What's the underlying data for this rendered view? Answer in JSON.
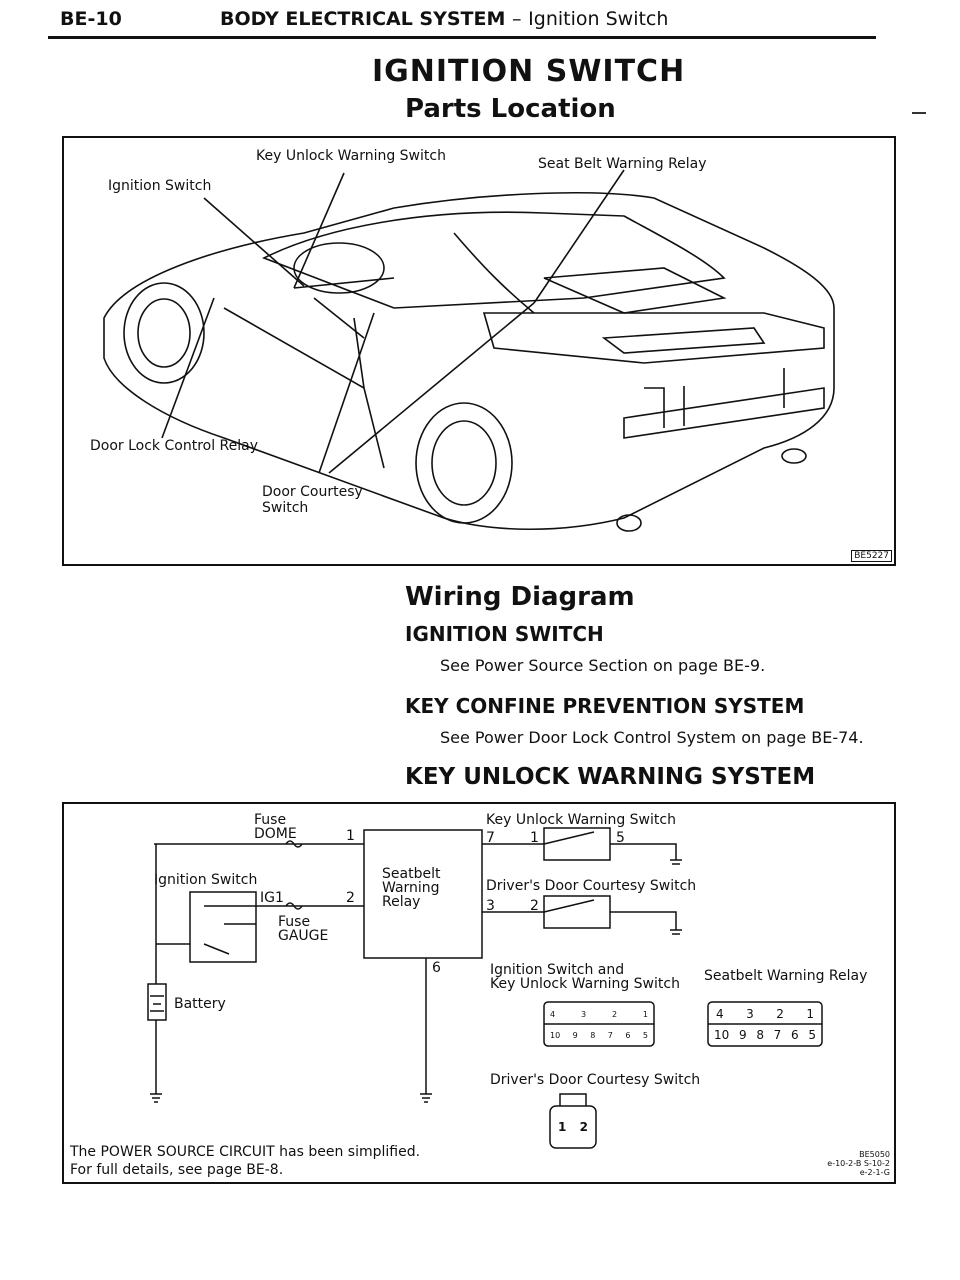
{
  "header": {
    "page_code": "BE-10",
    "section": "BODY ELECTRICAL SYSTEM",
    "dash": "–",
    "subject": "Ignition Switch"
  },
  "title": "IGNITION SWITCH",
  "parts_location": {
    "heading": "Parts Location",
    "labels": {
      "key_unlock_warning_switch": "Key Unlock Warning Switch",
      "seat_belt_warning_relay": "Seat Belt Warning Relay",
      "ignition_switch": "Ignition Switch",
      "door_lock_control_relay": "Door Lock Control Relay",
      "door_courtesy_switch_line1": "Door Courtesy",
      "door_courtesy_switch_line2": "Switch"
    },
    "figure_code": "BE5227"
  },
  "wiring": {
    "heading": "Wiring Diagram",
    "ign_heading": "IGNITION SWITCH",
    "ign_text": "See Power Source Section on page BE-9.",
    "kcp_heading": "KEY CONFINE PREVENTION SYSTEM",
    "kcp_text": "See Power Door Lock Control System on page BE-74.",
    "kuw_heading": "KEY UNLOCK WARNING SYSTEM"
  },
  "diagram": {
    "fuse": "Fuse",
    "dome": "DOME",
    "ignition_switch": "Ignition Switch",
    "ig1": "IG1",
    "fuse2": "Fuse",
    "gauge": "GAUGE",
    "battery": "Battery",
    "relay_l1": "Seatbelt",
    "relay_l2": "Warning",
    "relay_l3": "Relay",
    "key_unlock_warning_switch": "Key Unlock Warning Switch",
    "drivers_door_courtesy_switch": "Driver's Door Courtesy Switch",
    "ign_and_key_l1": "Ignition Switch and",
    "ign_and_key_l2": "Key Unlock Warning Switch",
    "seatbelt_warning_relay": "Seatbelt Warning Relay",
    "drivers_door_courtesy_switch_2": "Driver's Door Courtesy Switch",
    "pins": {
      "p1": "1",
      "p2": "2",
      "p6": "6",
      "p7": "7",
      "p1b": "1",
      "p5": "5",
      "p3": "3",
      "p2b": "2"
    },
    "conn1_top": [
      "4",
      "3",
      "2",
      "1"
    ],
    "conn1_bottom": [
      "10",
      "9",
      "8",
      "7",
      "6",
      "5"
    ],
    "conn2_top": [
      "4",
      "3",
      "2",
      "1"
    ],
    "conn2_bottom": [
      "10",
      "9",
      "8",
      "7",
      "6",
      "5"
    ],
    "conn3": [
      "1",
      "2"
    ],
    "note_l1": "The POWER SOURCE CIRCUIT has been simplified.",
    "note_l2": "For full details, see page BE-8.",
    "code_l1": "BE5050",
    "code_l2": "e-10-2-B S-10-2",
    "code_l3": "e-2-1-G"
  }
}
